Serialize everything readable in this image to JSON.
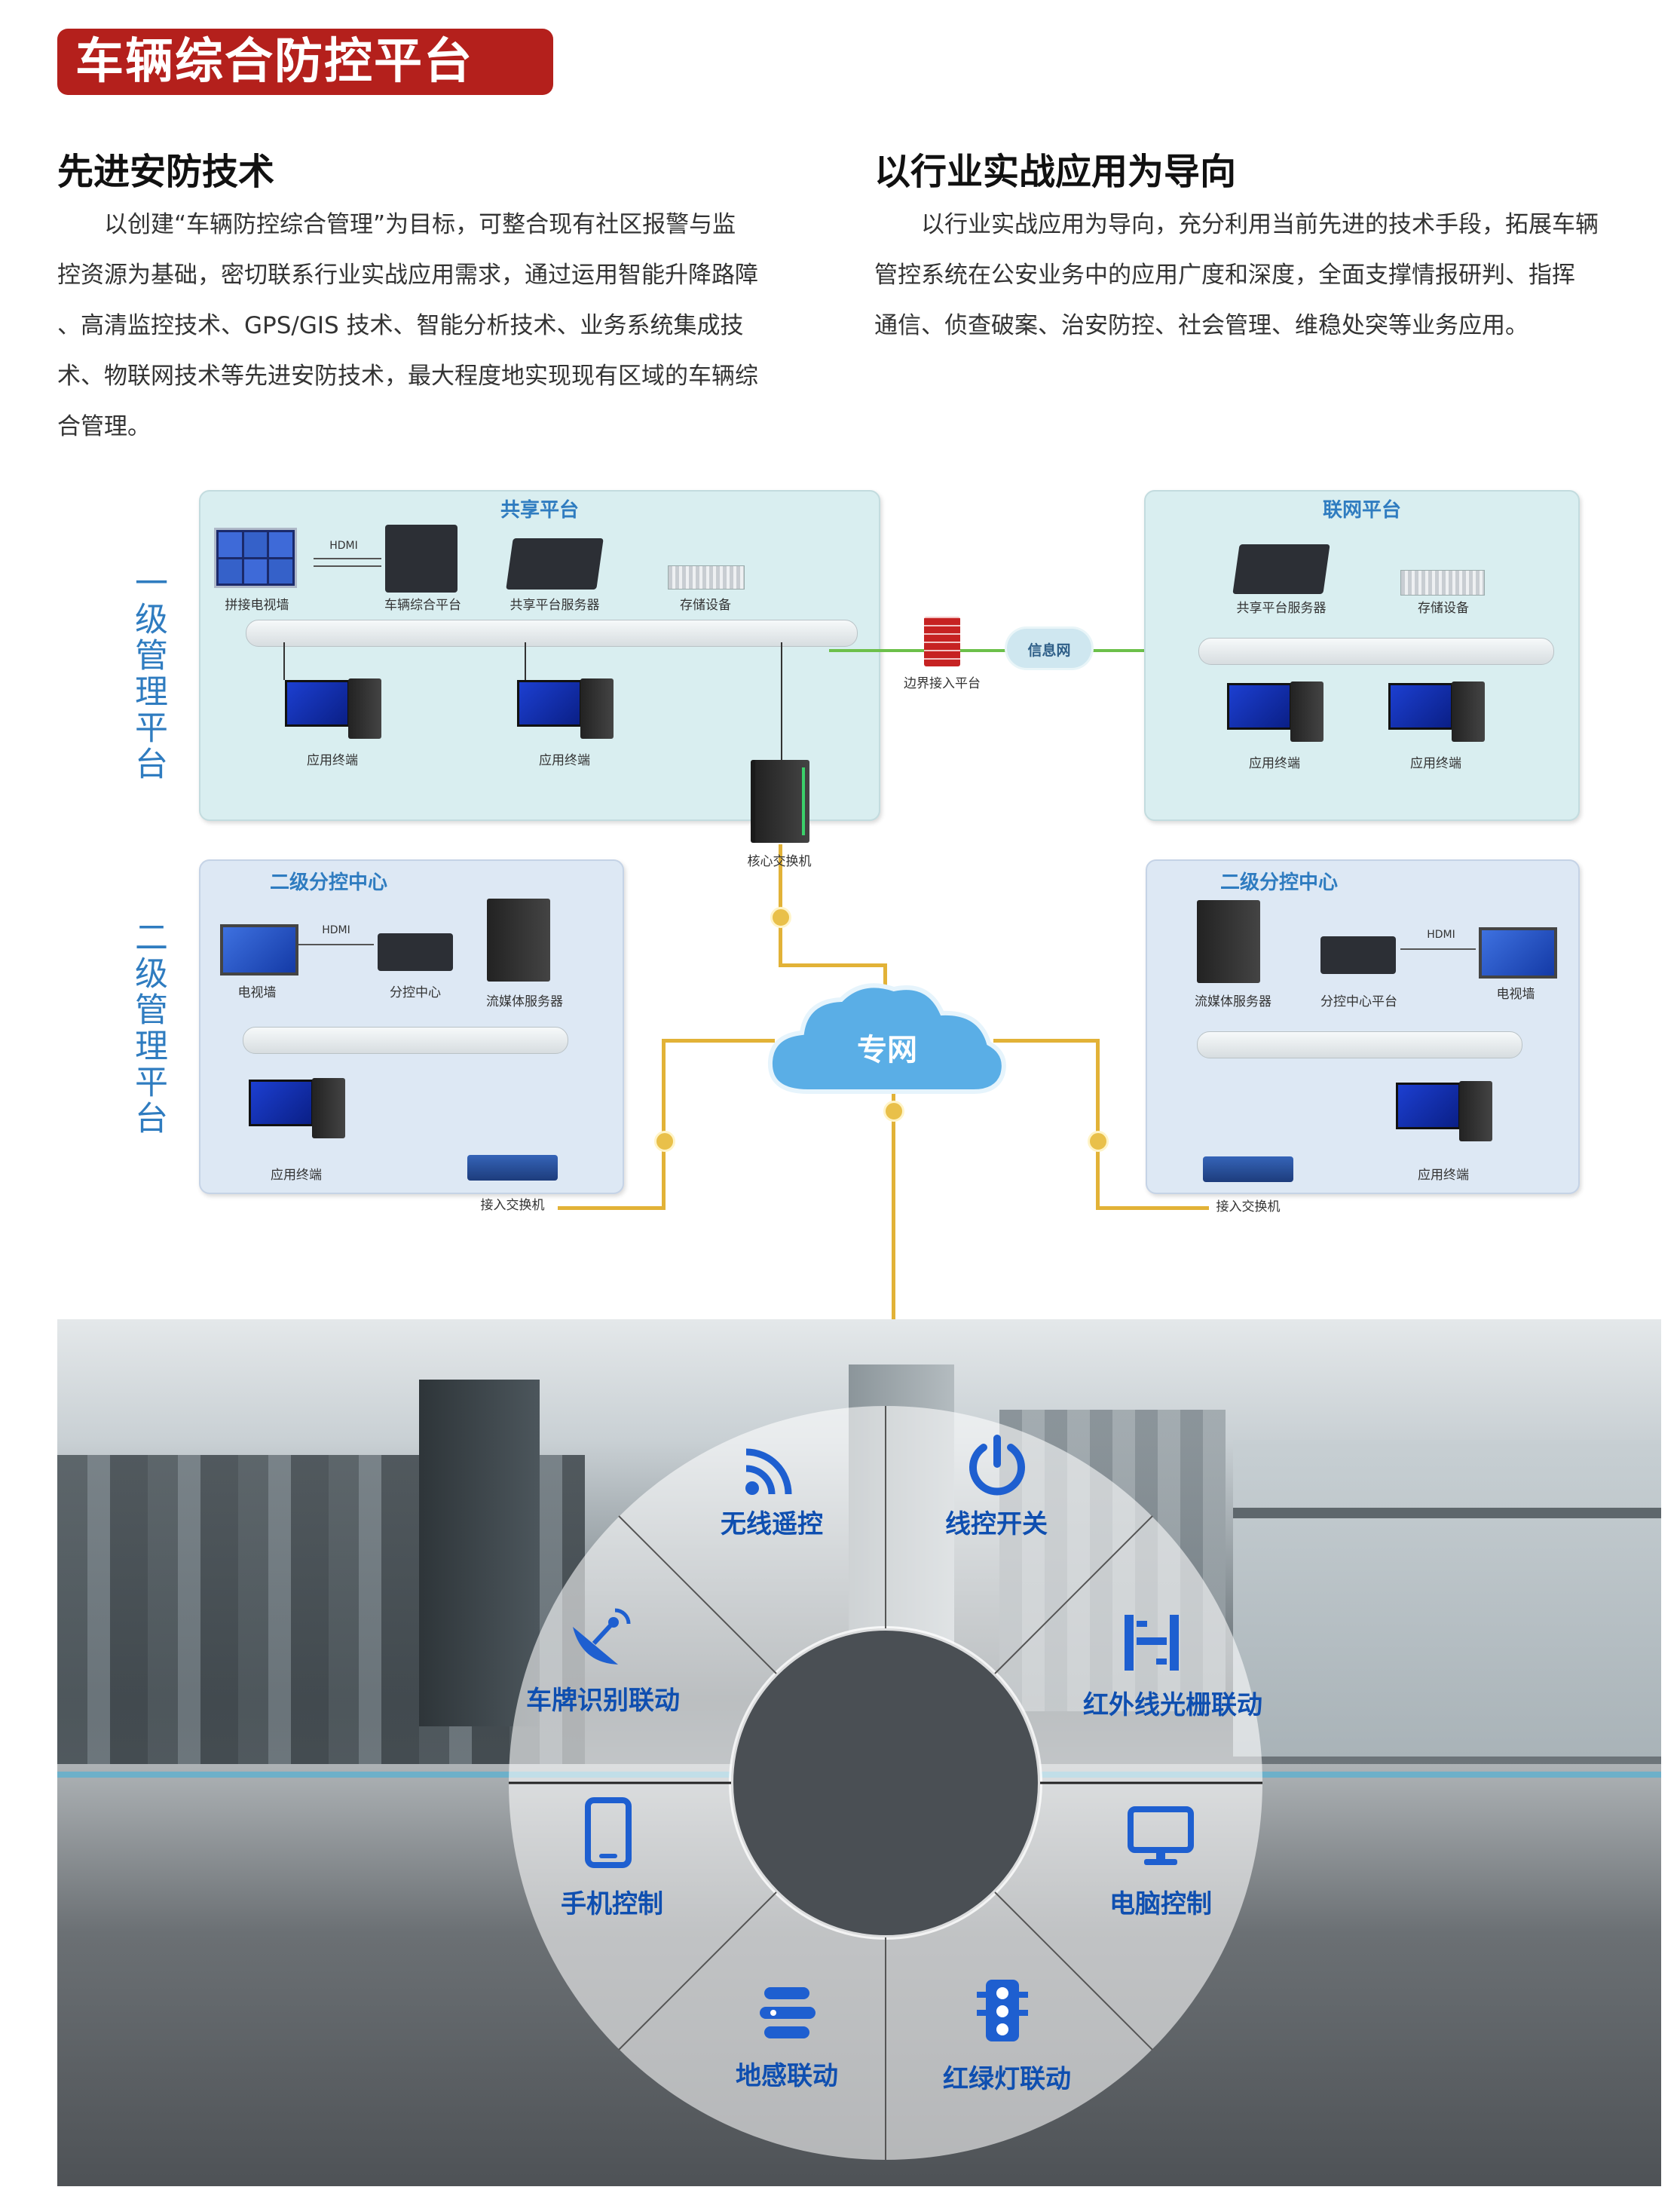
{
  "header": {
    "title": "车辆综合防控平台"
  },
  "left_section": {
    "heading": "先进安防技术",
    "body": "以创建“车辆防控综合管理”为目标，可整合现有社区报警与监控资源为基础，密切联系行业实战应用需求，通过运用智能升降路障、高清监控技术、GPS/GIS 技术、智能分析技术、业务系统集成技术、物联网技术等先进安防技术，最大程度地实现现有区域的车辆综合管理。",
    "lines": [
      "以创建“车辆防控综合管理”为目标，可整合现有社区报警与监",
      "控资源为基础，密切联系行业实战应用需求，通过运用智能升降路障",
      "、高清监控技术、GPS/GIS 技术、智能分析技术、业务系统集成技",
      "术、物联网技术等先进安防技术，最大程度地实现现有区域的车辆综",
      "合管理。"
    ]
  },
  "right_section": {
    "heading": "以行业实战应用为导向",
    "lines": [
      "以行业实战应用为导向，充分利用当前先进的技术手段，拓展车辆",
      "管控系统在公安业务中的应用广度和深度，全面支撑情报研判、指挥",
      "通信、侦查破案、治安防控、社会管理、维稳处突等业务应用。"
    ]
  },
  "diagram": {
    "side_labels": {
      "level1": "一级管理平台",
      "level2": "二级管理平台"
    },
    "shared_platform": {
      "title": "共享平台",
      "video_wall": "拼接电视墙",
      "hdmi": "HDMI",
      "vehicle_platform": "车辆综合平台",
      "server": "共享平台服务器",
      "storage": "存储设备",
      "terminal1": "应用终端",
      "terminal2": "应用终端"
    },
    "firewall": "边界接入平台",
    "info_net": "信息网",
    "networked_platform": {
      "title": "联网平台",
      "server": "共享平台服务器",
      "storage": "存储设备",
      "terminal1": "应用终端",
      "terminal2": "应用终端"
    },
    "core_switch": "核心交换机",
    "sub_center_left": {
      "title": "二级分控中心",
      "tv": "电视墙",
      "hdmi": "HDMI",
      "control": "分控中心",
      "media_server": "流媒体服务器",
      "terminal": "应用终端",
      "switch": "接入交换机"
    },
    "sub_center_right": {
      "title": "二级分控中心",
      "media_server": "流媒体服务器",
      "control": "分控中心平台",
      "tv": "电视墙",
      "hdmi": "HDMI",
      "terminal": "应用终端",
      "switch": "接入交换机"
    },
    "private_net": "专网"
  },
  "features": [
    {
      "label": "无线遥控",
      "icon": "wifi-icon"
    },
    {
      "label": "线控开关",
      "icon": "power-icon"
    },
    {
      "label": "车牌识别联动",
      "icon": "satellite-dish-icon"
    },
    {
      "label": "红外线光栅联动",
      "icon": "light-grating-icon"
    },
    {
      "label": "手机控制",
      "icon": "mobile-phone-icon"
    },
    {
      "label": "电脑控制",
      "icon": "computer-monitor-icon"
    },
    {
      "label": "地感联动",
      "icon": "ground-sensor-icon"
    },
    {
      "label": "红绿灯联动",
      "icon": "traffic-light-icon"
    }
  ],
  "colors": {
    "banner": "#b4201c",
    "accent_blue": "#2f7cc0",
    "feature_blue": "#0f4fb0",
    "cable": "#e2b237"
  }
}
